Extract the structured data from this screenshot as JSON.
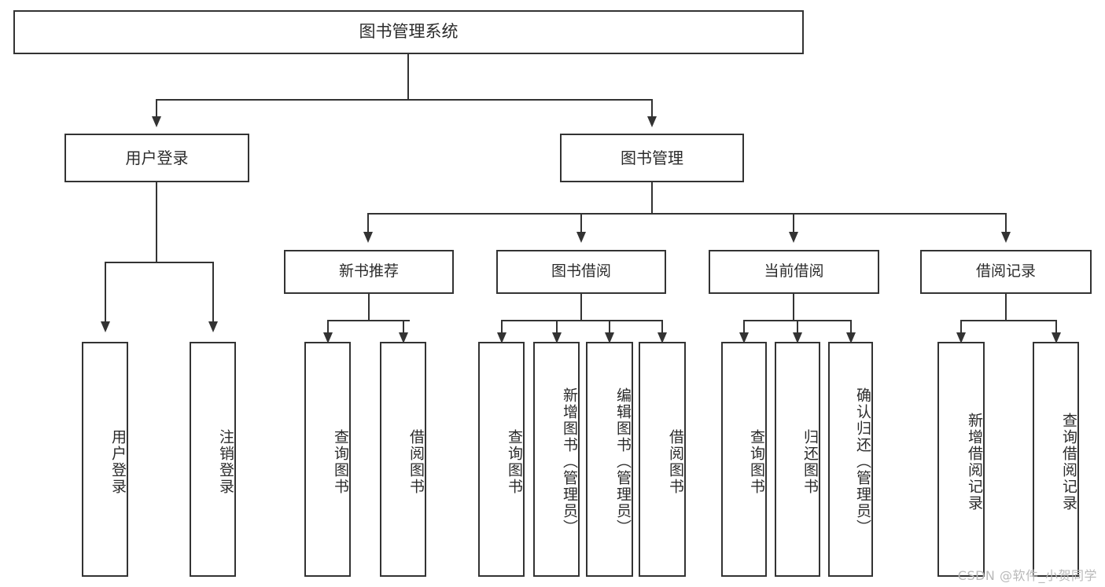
{
  "diagram": {
    "title": "图书管理系统",
    "type": "functional-structure-tree",
    "watermark": "CSDN @软件_小贺同学",
    "colors": {
      "border": "#333333",
      "background": "#ffffff",
      "text": "#2b2b2b",
      "watermark": "#b9b9b9"
    }
  },
  "root": {
    "label": "图书管理系统"
  },
  "level2": [
    {
      "label": "用户登录"
    },
    {
      "label": "图书管理"
    }
  ],
  "level3": [
    {
      "label": "新书推荐"
    },
    {
      "label": "图书借阅"
    },
    {
      "label": "当前借阅"
    },
    {
      "label": "借阅记录"
    }
  ],
  "leaves": {
    "user_login": [
      {
        "label": "用户登录"
      },
      {
        "label": "注销登录"
      }
    ],
    "new_book": [
      {
        "label": "查询图书"
      },
      {
        "label": "借阅图书"
      }
    ],
    "book_borrow": [
      {
        "label": "查询图书"
      },
      {
        "label": "新增图书（管理员）"
      },
      {
        "label": "编辑图书（管理员）"
      },
      {
        "label": "借阅图书"
      }
    ],
    "current_borrow": [
      {
        "label": "查询图书"
      },
      {
        "label": "归还图书"
      },
      {
        "label": "确认归还（管理员）"
      }
    ],
    "borrow_record": [
      {
        "label": "新增借阅记录"
      },
      {
        "label": "查询借阅记录"
      }
    ]
  }
}
